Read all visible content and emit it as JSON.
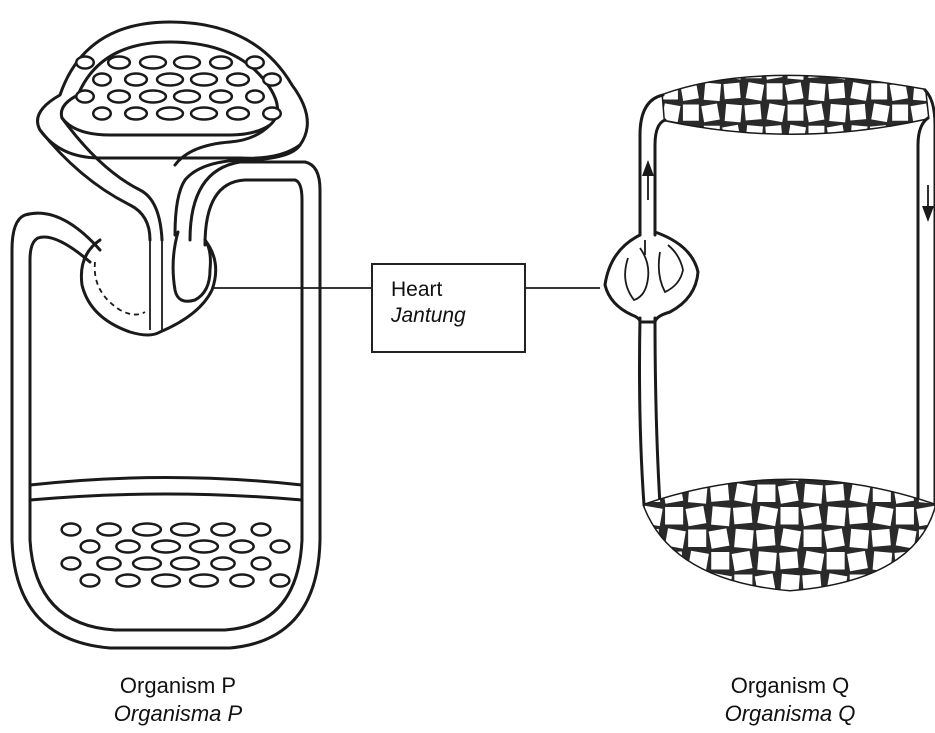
{
  "heart_label": {
    "en": "Heart",
    "ms": "Jantung"
  },
  "organism_p": {
    "en": "Organism P",
    "ms": "Organisma P"
  },
  "organism_q": {
    "en": "Organism Q",
    "ms": "Organisma Q"
  }
}
